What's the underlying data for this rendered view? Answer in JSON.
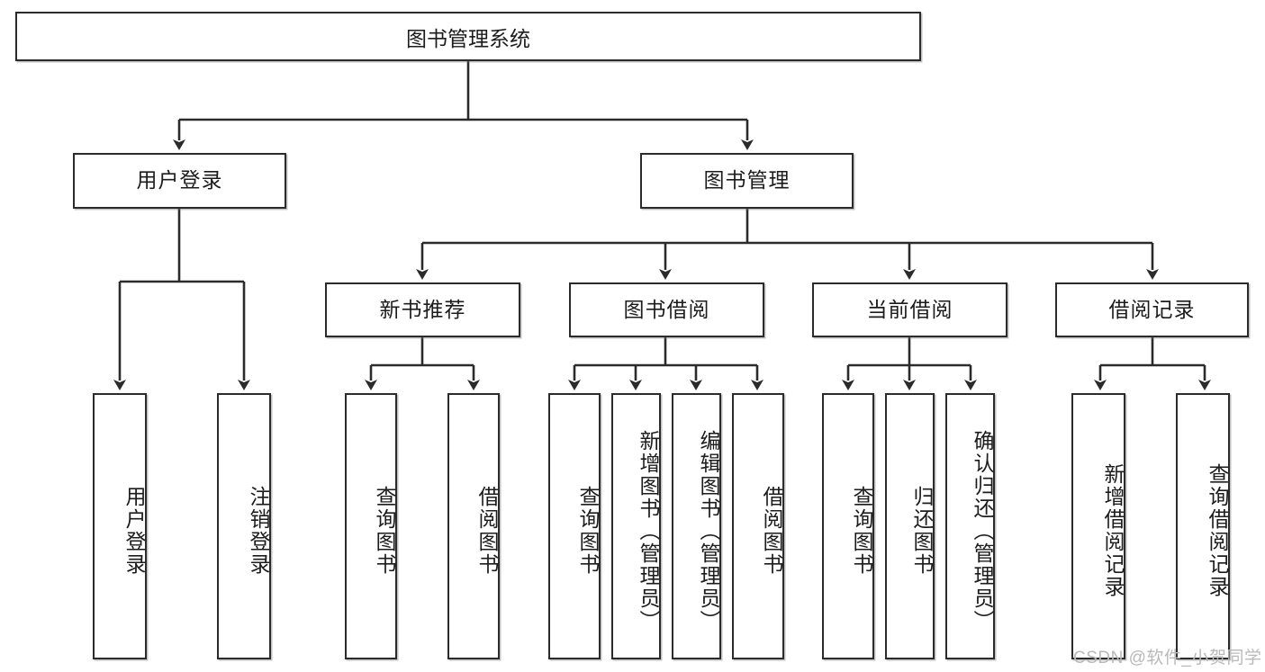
{
  "diagram": {
    "type": "tree",
    "title": "图书管理系统",
    "root": {
      "label": "图书管理系统"
    },
    "level2": [
      {
        "label": "用户登录"
      },
      {
        "label": "图书管理"
      }
    ],
    "level3": [
      {
        "label": "新书推荐"
      },
      {
        "label": "图书借阅"
      },
      {
        "label": "当前借阅"
      },
      {
        "label": "借阅记录"
      }
    ],
    "leaves": {
      "user_login": [
        {
          "label": "用户登录"
        },
        {
          "label": "注销登录"
        }
      ],
      "new_book": [
        {
          "label": "查询图书"
        },
        {
          "label": "借阅图书"
        }
      ],
      "book_borrow": [
        {
          "label": "查询图书"
        },
        {
          "label": "新增图书（管理员）"
        },
        {
          "label": "编辑图书（管理员）"
        },
        {
          "label": "借阅图书"
        }
      ],
      "current_borrow": [
        {
          "label": "查询图书"
        },
        {
          "label": "归还图书"
        },
        {
          "label": "确认归还（管理员）"
        }
      ],
      "borrow_record": [
        {
          "label": "新增借阅记录"
        },
        {
          "label": "查询借阅记录"
        }
      ]
    },
    "colors": {
      "stroke": "#2b2b2b",
      "fill": "#ffffff",
      "text": "#1c1c1c",
      "watermark": "#b9b9b9"
    }
  },
  "watermark": {
    "text": "CSDN @软件_小贺同学"
  }
}
